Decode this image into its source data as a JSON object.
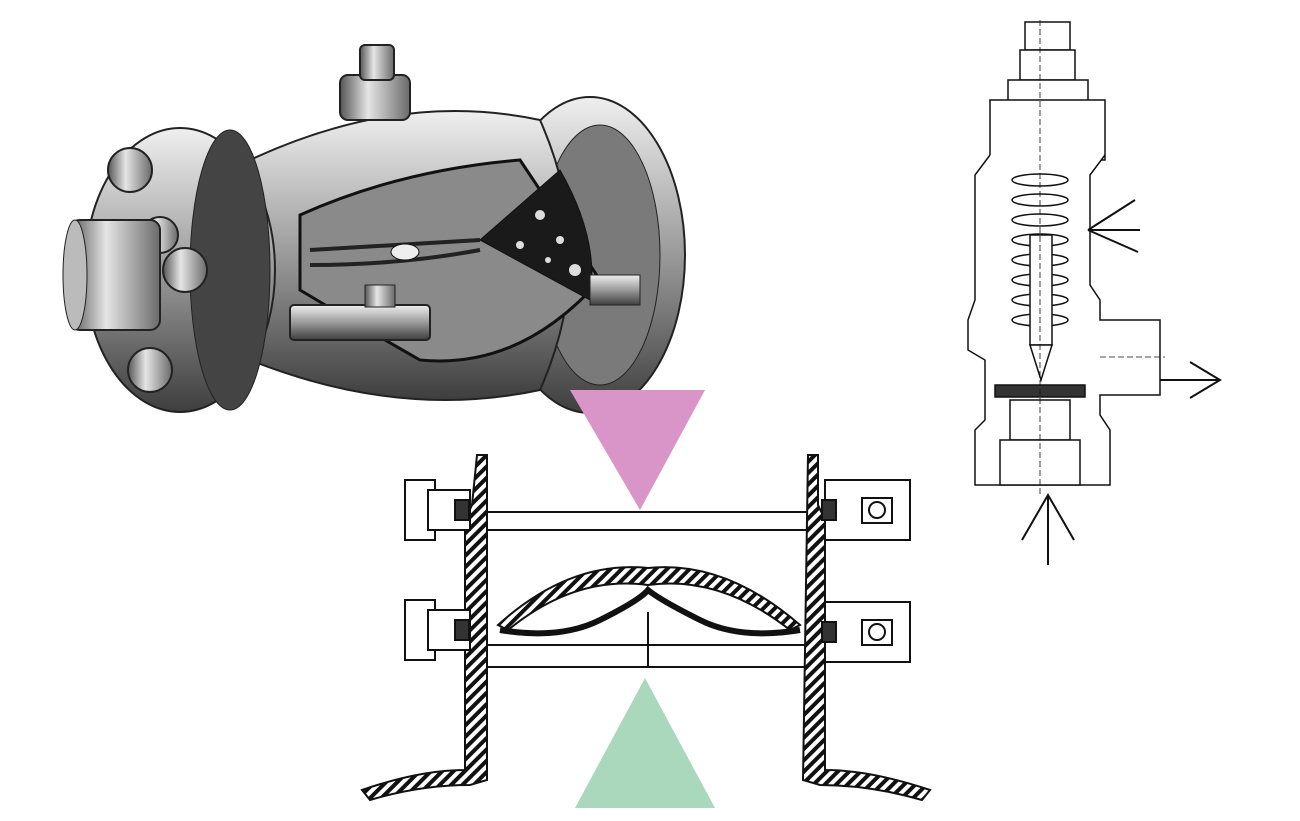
{
  "colors": {
    "background": "#ffffff",
    "line": "#111111",
    "metal_light": "#d8d8d8",
    "metal_mid": "#9a9a9a",
    "metal_dark": "#4a4a4a",
    "inflow_triangle": "#d994c8",
    "outflow_triangle": "#a9d8bd"
  },
  "figures": [
    {
      "name": "ball-valve-cutaway",
      "icon": "valve-illustration"
    },
    {
      "name": "pressure-relief-valve-section",
      "icon": "relief-valve-drawing"
    },
    {
      "name": "diaphragm-valve-section",
      "icon": "diaphragm-drawing"
    }
  ]
}
